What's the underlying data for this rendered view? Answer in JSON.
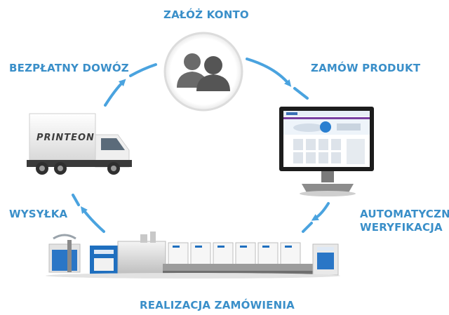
{
  "steps": {
    "account": "ZAŁÓŻ KONTO",
    "order": "ZAMÓW PRODUKT",
    "verify_line1": "AUTOMATYCZNA",
    "verify_line2": "WERYFIKACJA",
    "realize": "REALIZACJA ZAMÓWIENIA",
    "ship": "WYSYŁKA",
    "delivery": "BEZPŁATNY DOWÓZ"
  },
  "truck_brand": "PRINTEON",
  "colors": {
    "label": "#3a8fc9",
    "arrow": "#4aa3df",
    "users_icon": "#5a5a5a",
    "press_blue": "#1f6fbf"
  },
  "icons": {
    "users": "users-icon",
    "truck": "truck-icon",
    "monitor": "monitor-icon",
    "press": "printing-press-icon"
  }
}
